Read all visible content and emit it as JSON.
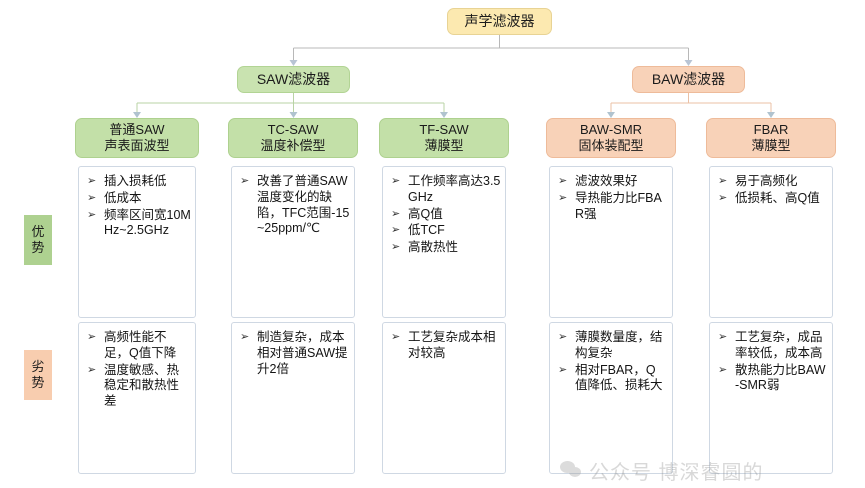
{
  "diagram": {
    "root": {
      "label": "声学滤波器",
      "color": "#fce9b0"
    },
    "branches": [
      {
        "label": "SAW滤波器",
        "color": "#c9e3b0"
      },
      {
        "label": "BAW滤波器",
        "color": "#f8d2b8"
      }
    ],
    "row_labels": {
      "advantage": "优势",
      "disadvantage": "劣势",
      "advantage_color": "#aed190",
      "disadvantage_color": "#f8cdaf"
    },
    "bullet_marker": "➢",
    "columns": [
      {
        "head_line1": "普通SAW",
        "head_line2": "声表面波型",
        "head_color": "#c3e0a8",
        "advantages": [
          "插入损耗低",
          "低成本",
          "频率区间宽10MHz~2.5GHz"
        ],
        "disadvantages": [
          "高频性能不足，Q值下降",
          "温度敏感、热稳定和散热性差"
        ]
      },
      {
        "head_line1": "TC-SAW",
        "head_line2": "温度补偿型",
        "head_color": "#c3e0a8",
        "advantages": [
          "改善了普通SAW温度变化的缺陷，TFC范围-15~25ppm/℃"
        ],
        "disadvantages": [
          "制造复杂，成本相对普通SAW提升2倍"
        ]
      },
      {
        "head_line1": "TF-SAW",
        "head_line2": "薄膜型",
        "head_color": "#c3e0a8",
        "advantages": [
          "工作频率高达3.5GHz",
          "高Q值",
          "低TCF",
          "高散热性"
        ],
        "disadvantages": [
          "工艺复杂成本相对较高"
        ]
      },
      {
        "head_line1": "BAW-SMR",
        "head_line2": "固体装配型",
        "head_color": "#f8d2b8",
        "advantages": [
          "滤波效果好",
          "导热能力比FBAR强"
        ],
        "disadvantages": [
          "薄膜数量度，结构复杂",
          "相对FBAR，Q值降低、损耗大"
        ]
      },
      {
        "head_line1": "FBAR",
        "head_line2": "薄膜型",
        "head_color": "#f8d2b8",
        "advantages": [
          "易于高频化",
          "低损耗、高Q值"
        ],
        "disadvantages": [
          "工艺复杂，成品率较低，成本高",
          "散热能力比BAW-SMR弱"
        ]
      }
    ]
  },
  "watermark": {
    "text": "公众号 博深睿圆的",
    "icon": "wechat-icon"
  }
}
